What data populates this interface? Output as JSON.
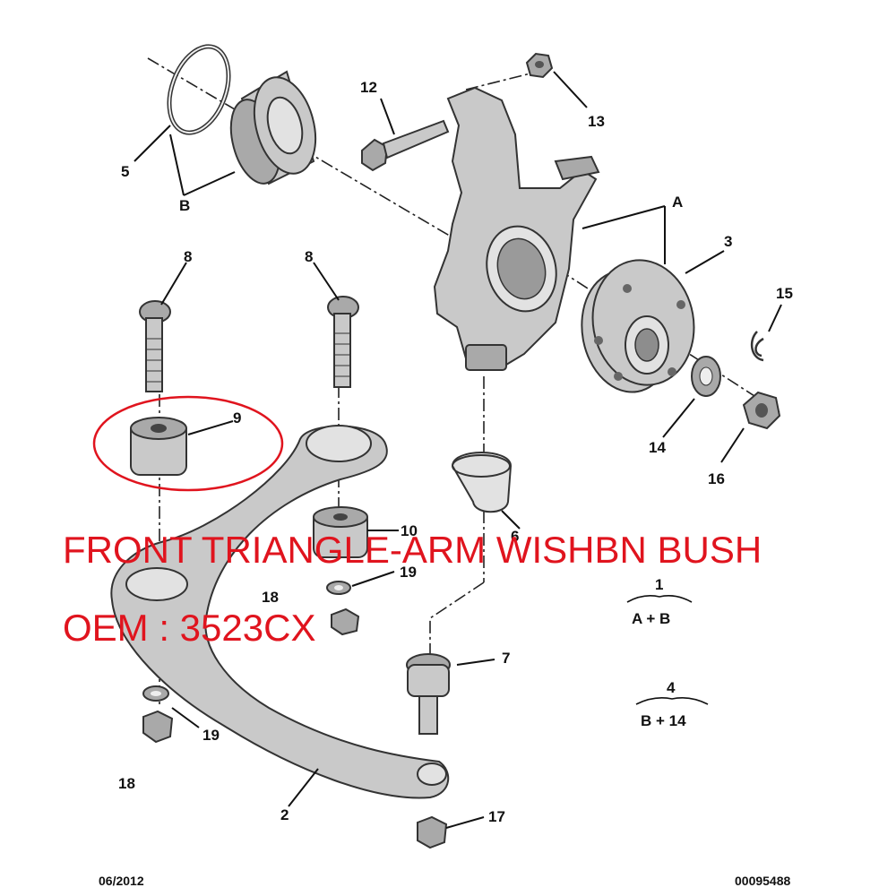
{
  "callouts": {
    "c1": "1",
    "c2": "2",
    "c3": "3",
    "c4": "4",
    "c5": "5",
    "c6": "6",
    "c7": "7",
    "c8a": "8",
    "c8b": "8",
    "c9": "9",
    "c10": "10",
    "c12": "12",
    "c13": "13",
    "c14": "14",
    "c15": "15",
    "c16": "16",
    "c17": "17",
    "c18a": "18",
    "c18b": "18",
    "c19a": "19",
    "c19b": "19",
    "cA": "A",
    "cB": "B"
  },
  "legend": {
    "set1": {
      "number": "1",
      "formula": "A + B"
    },
    "set4": {
      "number": "4",
      "formula": "B + 14"
    }
  },
  "overlay": {
    "title": "FRONT TRIANGLE-ARM WISHBN BUSH",
    "oem": "OEM : 3523CX",
    "color": "#e0141e"
  },
  "footer": {
    "date": "06/2012",
    "reference": "00095488"
  }
}
